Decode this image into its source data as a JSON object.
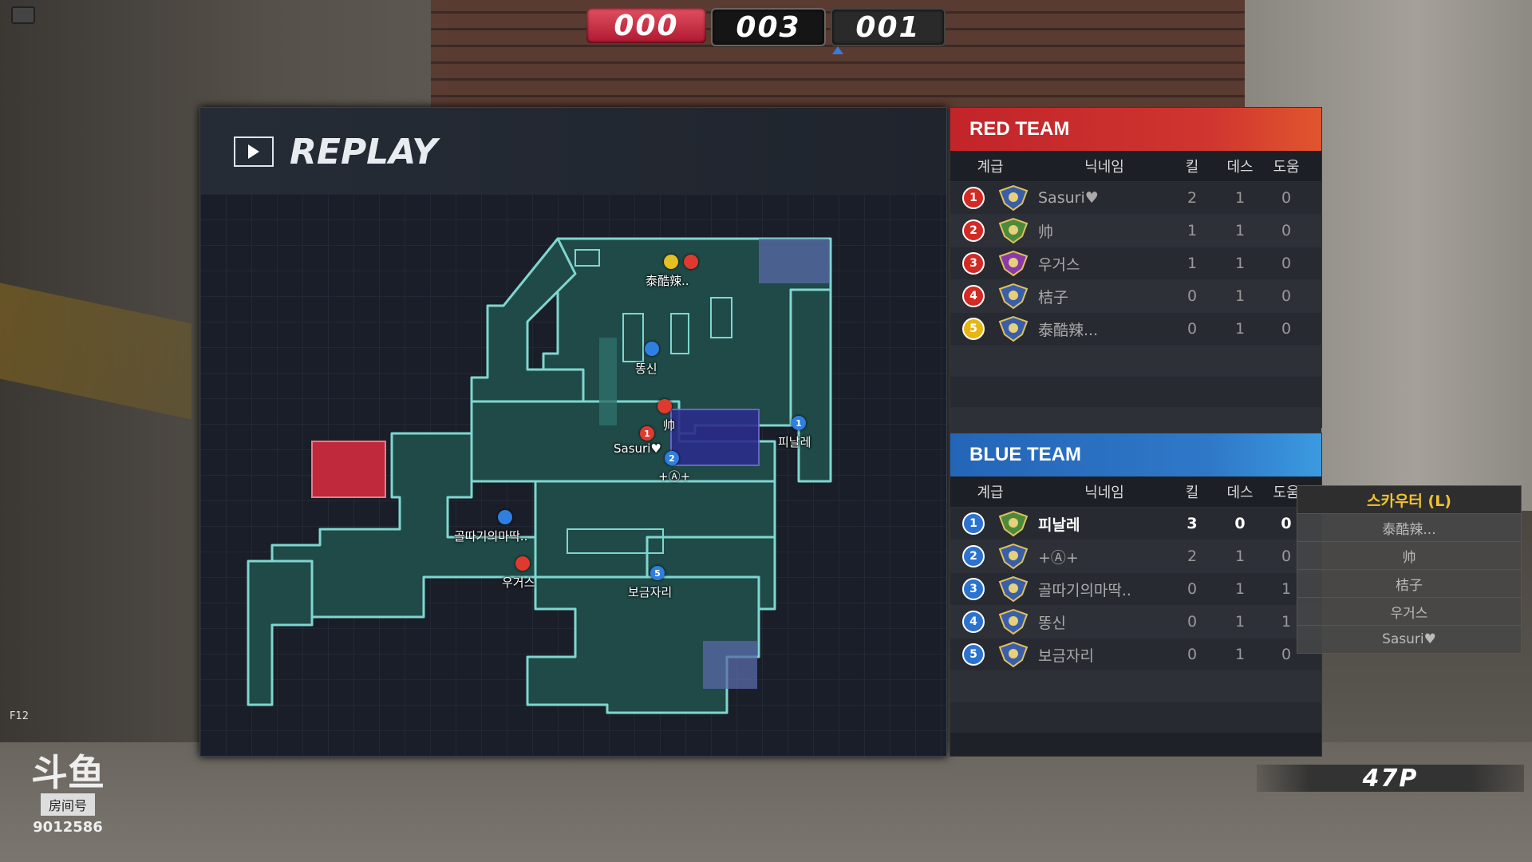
{
  "scores": {
    "left": "000",
    "middle": "003",
    "right": "001"
  },
  "replay": {
    "title": "REPLAY"
  },
  "map": {
    "labels": [
      "泰酷辣..",
      "똥신",
      "帅",
      "Sasuri♥",
      "+Ⓐ+",
      "피날레",
      "골따기의마딱..",
      "우거스",
      "보금자리"
    ],
    "pin_numbers": [
      "1",
      "2",
      "1",
      "5"
    ]
  },
  "columns": {
    "rank": "계급",
    "nickname": "닉네임",
    "kills": "킬",
    "deaths": "데스",
    "assists": "도움"
  },
  "red_team": {
    "title": "RED TEAM",
    "players": [
      {
        "rank": "1",
        "name": "Sasuri♥",
        "kills": "2",
        "deaths": "1",
        "assists": "0"
      },
      {
        "rank": "2",
        "name": "帅",
        "kills": "1",
        "deaths": "1",
        "assists": "0"
      },
      {
        "rank": "3",
        "name": "우거스",
        "kills": "1",
        "deaths": "1",
        "assists": "0"
      },
      {
        "rank": "4",
        "name": "桔子",
        "kills": "0",
        "deaths": "1",
        "assists": "0"
      },
      {
        "rank": "5",
        "name": "泰酷辣...",
        "kills": "0",
        "deaths": "1",
        "assists": "0"
      }
    ]
  },
  "blue_team": {
    "title": "BLUE TEAM",
    "players": [
      {
        "rank": "1",
        "name": "피날레",
        "kills": "3",
        "deaths": "0",
        "assists": "0"
      },
      {
        "rank": "2",
        "name": "+Ⓐ+",
        "kills": "2",
        "deaths": "1",
        "assists": "0"
      },
      {
        "rank": "3",
        "name": "골따기의마딱..",
        "kills": "0",
        "deaths": "1",
        "assists": "1"
      },
      {
        "rank": "4",
        "name": "똥신",
        "kills": "0",
        "deaths": "1",
        "assists": "1"
      },
      {
        "rank": "5",
        "name": "보금자리",
        "kills": "0",
        "deaths": "1",
        "assists": "0"
      }
    ]
  },
  "side_list": {
    "title": "스카우터 (L)",
    "items": [
      "泰酷辣...",
      "帅",
      "桔子",
      "우거스",
      "Sasuri♥"
    ]
  },
  "hud": {
    "points": "47P",
    "key_hint": "F12"
  },
  "room": {
    "logo": "斗鱼",
    "label": "房间号",
    "number": "9012586"
  },
  "colors": {
    "red_team": "#c2242a",
    "blue_team": "#2465b8",
    "map_fill": "#1f4a48",
    "map_edge": "#7fd6d0"
  }
}
